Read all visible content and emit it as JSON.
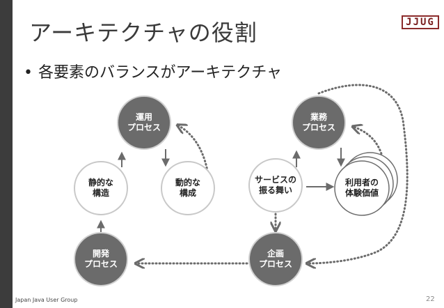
{
  "slide": {
    "title": "アーキテクチャの役割",
    "bullet": "各要素のバランスがアーキテクチャ",
    "logo_text": "JJUG",
    "footer_left": "Japan Java User Group",
    "page_number": "22"
  },
  "nodes": {
    "unyo": {
      "line1": "運用",
      "line2": "プロセス"
    },
    "gyomu": {
      "line1": "業務",
      "line2": "プロセス"
    },
    "seiteki": {
      "line1": "静的な",
      "line2": "構造"
    },
    "doteki": {
      "line1": "動的な",
      "line2": "構成"
    },
    "service": {
      "line1": "サービスの",
      "line2": "振る舞い"
    },
    "user": {
      "line1": "利用者の",
      "line2": "体験価値"
    },
    "kaihatsu": {
      "line1": "開発",
      "line2": "プロセス"
    },
    "kikaku": {
      "line1": "企画",
      "line2": "プロセス"
    }
  },
  "colors": {
    "dark_node": "#6b6b6b",
    "light_node_border": "#c8c8c8",
    "arrow": "#6b6b6b"
  }
}
